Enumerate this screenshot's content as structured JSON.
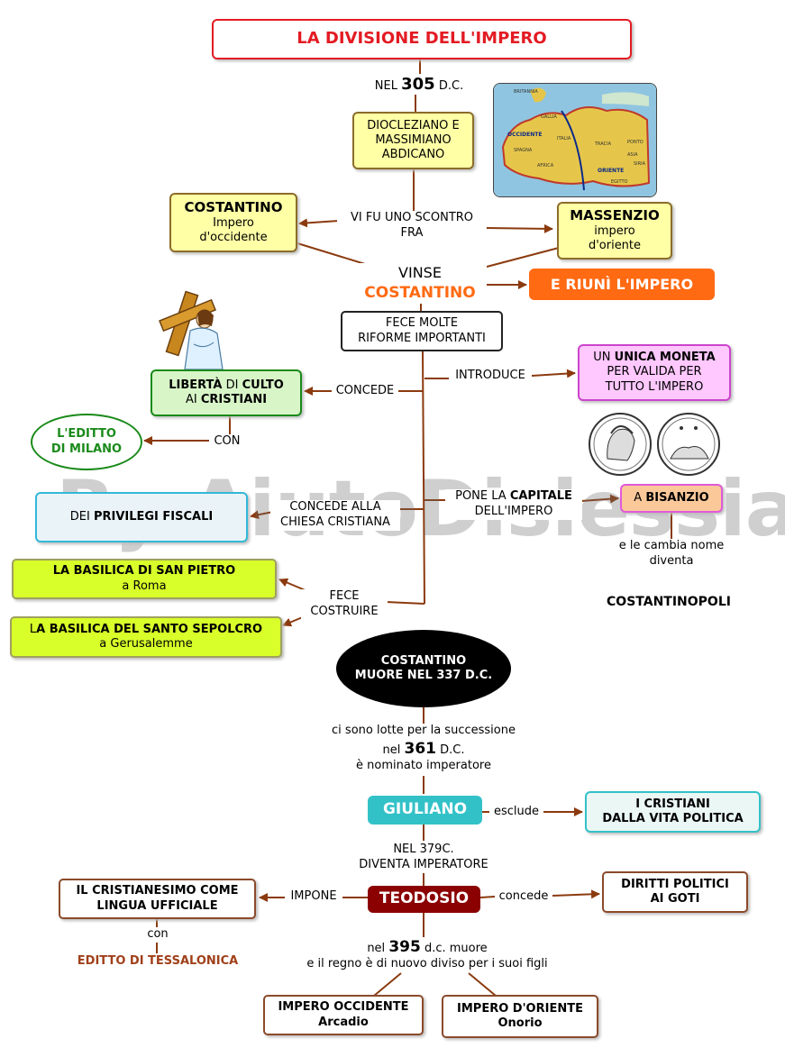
{
  "title": "LA DIVISIONE DELL'IMPERO",
  "year305": {
    "pre": "NEL",
    "num": "305",
    "post": "D.C."
  },
  "diocleziano": {
    "line1": "DIOCLEZIANO E",
    "line2": "MASSIMIANO",
    "line3": "ABDICANO"
  },
  "map": {
    "labels": [
      "BRITANNIA",
      "GALLIA",
      "OCCIDENTE",
      "ITALIA",
      "SPAGNA",
      "AFRICA",
      "ORIENTE",
      "PONTO",
      "ASIA",
      "SIRIA",
      "EGITTO",
      "TRACIA"
    ]
  },
  "scontro": {
    "line1": "VI FU UNO SCONTRO",
    "line2": "FRA"
  },
  "costantino_box": {
    "name": "COSTANTINO",
    "line1": "Impero",
    "line2": "d'occidente"
  },
  "massenzio_box": {
    "name": "MASSENZIO",
    "line1": "impero",
    "line2": "d'oriente"
  },
  "vinse": {
    "line1": "VINSE",
    "line2": "COSTANTINO"
  },
  "riuni": "E RIUNÌ L'IMPERO",
  "riforme": {
    "line1": "FECE MOLTE",
    "line2": "RIFORME IMPORTANTI"
  },
  "liberta": {
    "b1": "LIBERTÀ",
    "t1": "DI",
    "b2": "CULTO",
    "t2": "AI",
    "b3": "CRISTIANI"
  },
  "concede": "CONCEDE",
  "introduce": "INTRODUCE",
  "moneta": {
    "t1": "UN",
    "b1": "UNICA MONETA",
    "line2": "PER VALIDA PER",
    "line3": "TUTTO L'IMPERO"
  },
  "con": "CON",
  "editto_milano": {
    "line1": "L'EDITTO",
    "line2": "DI MILANO"
  },
  "privilegi": {
    "t1": "DEI",
    "b1": "PRIVILEGI FISCALI"
  },
  "concede_chiesa": {
    "line1": "CONCEDE ALLA",
    "line2": "CHIESA CRISTIANA"
  },
  "capitale": {
    "t1": "PONE LA",
    "b1": "CAPITALE",
    "line2": "DELL'IMPERO"
  },
  "bisanzio": {
    "t1": "A",
    "b1": "BISANZIO"
  },
  "cambia_nome": {
    "line1": "e le cambia nome",
    "line2": "diventa"
  },
  "costantinopoli": "COSTANTINOPOLI",
  "basilica_pietro": {
    "line1": "LA BASILICA  DI SAN PIETRO",
    "line2": "a Roma"
  },
  "basilica_sepolcro": {
    "pre": "L",
    "b1": "A BASILICA DEL SANTO SEPOLCRO",
    "line2": "a Gerusalemme"
  },
  "fece_costruire": {
    "line1": "FECE",
    "line2": "COSTRUIRE"
  },
  "muore": {
    "line1": "COSTANTINO",
    "line2": "MUORE NEL 337 D.C."
  },
  "lotte": {
    "line1": "ci sono lotte per la successione",
    "pre": "nel",
    "num": "361",
    "post": "D.C.",
    "line3": "è nominato imperatore"
  },
  "giuliano": "GIULIANO",
  "esclude": "esclude",
  "cristiani_politica": {
    "line1": "I CRISTIANI",
    "line2": "DALLA VITA POLITICA"
  },
  "anno379": {
    "line1": "NEL 379C.",
    "line2": "DIVENTA IMPERATORE"
  },
  "teodosio": "TEODOSIO",
  "impone": "IMPONE",
  "concede2": "concede",
  "cristianesimo": {
    "line1": "IL CRISTIANESIMO COME",
    "line2": "LINGUA UFFICIALE"
  },
  "diritti": {
    "line1": "DIRITTI POLITICI",
    "line2": "AI GOTI"
  },
  "con2": "con",
  "editto_tessalonica": "EDITTO DI TESSALONICA",
  "anno395": {
    "pre": "nel",
    "num": "395",
    "post": "d.c. muore",
    "line2": "e il regno è di nuovo diviso per i suoi figli"
  },
  "occidente": {
    "line1": "IMPERO OCCIDENTE",
    "line2": "Arcadio"
  },
  "oriente": {
    "line1": "IMPERO D'ORIENTE",
    "line2": "Onorio"
  },
  "watermark": "By AiutoDislessia.net",
  "colors": {
    "arrow": "#8b3a0e",
    "orange": "#ff6a13",
    "teal": "#33c1c8",
    "maroon": "#8b0000",
    "green": "#1a8a1a",
    "magenta": "#cc44cc"
  }
}
